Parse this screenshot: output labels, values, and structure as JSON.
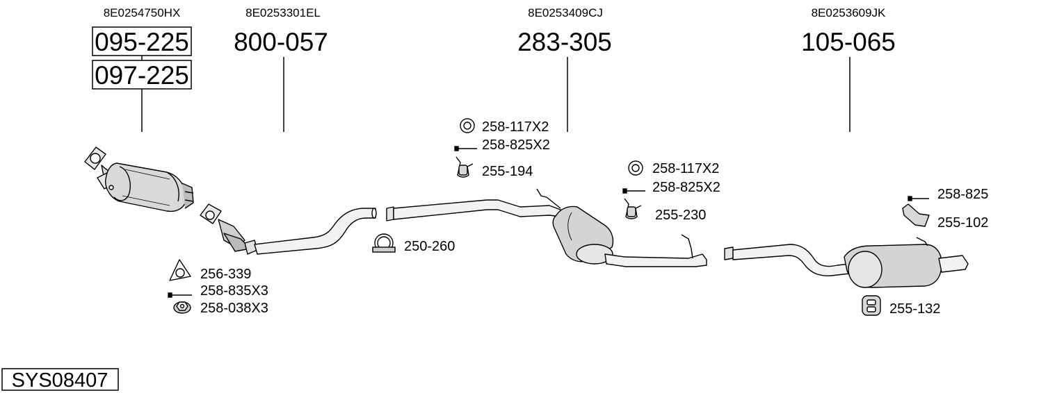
{
  "assembly": {
    "system_code": "SYS08407",
    "sections": [
      {
        "oem_number": "8E0254750HX",
        "part_numbers": [
          "095-225",
          "097-225"
        ]
      },
      {
        "oem_number": "8E0253301EL",
        "part_numbers": [
          "800-057"
        ]
      },
      {
        "oem_number": "8E0253409CJ",
        "part_numbers": [
          "283-305"
        ]
      },
      {
        "oem_number": "8E0253609JK",
        "part_numbers": [
          "105-065"
        ]
      }
    ],
    "fitting_parts": [
      {
        "label": "256-339",
        "icon": "flange-gasket-icon"
      },
      {
        "label": "258-835X3",
        "icon": "bolt-icon"
      },
      {
        "label": "258-038X3",
        "icon": "nut-icon"
      },
      {
        "label": "250-260",
        "icon": "pipe-clamp-icon"
      },
      {
        "label": "258-117X2",
        "icon": "ring-gasket-icon"
      },
      {
        "label": "258-825X2",
        "icon": "bolt-icon"
      },
      {
        "label": "255-194",
        "icon": "rubber-hanger-icon"
      },
      {
        "label": "258-117X2",
        "icon": "ring-gasket-icon"
      },
      {
        "label": "258-825X2",
        "icon": "bolt-icon"
      },
      {
        "label": "255-230",
        "icon": "rubber-hanger-icon"
      },
      {
        "label": "258-825",
        "icon": "bolt-icon"
      },
      {
        "label": "255-102",
        "icon": "mounting-bracket-icon"
      },
      {
        "label": "255-132",
        "icon": "rubber-mount-icon"
      }
    ]
  }
}
